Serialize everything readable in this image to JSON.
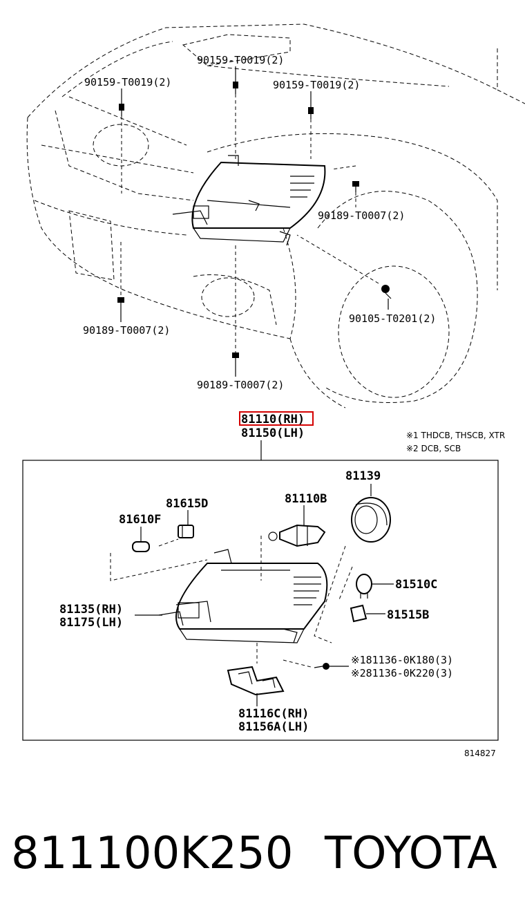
{
  "top_labels": {
    "bolt_top_center": "90159-T0019(2)",
    "bolt_top_left": "90159-T0019(2)",
    "bolt_top_right": "90159-T0019(2)",
    "clip_right": "90189-T0007(2)",
    "screw_right": "90105-T0201(2)",
    "clip_left": "90189-T0007(2)",
    "clip_bottom": "90189-T0007(2)"
  },
  "assembly": {
    "rh": "81110(RH)",
    "lh": "81150(LH)"
  },
  "notes": {
    "note1": "※1 THDCB, THSCB, XTR",
    "note2": "※2 DCB, SCB"
  },
  "parts": {
    "socket_cover": "81139",
    "bulb_main": "81110B",
    "socket_small": "81615D",
    "bulb_small": "81610F",
    "bulb_side": "81510C",
    "socket_side": "81515B",
    "housing_rh": "81135(RH)",
    "housing_lh": "81175(LH)",
    "screw_1": "※181136-0K180(3)",
    "screw_2": "※281136-0K220(3)",
    "bracket_rh": "81116C(RH)",
    "bracket_lh": "81156A(LH)"
  },
  "figure_code": "814827",
  "footer": {
    "part_number": "811100K250",
    "brand": "TOYOTA"
  },
  "colors": {
    "highlight": "#d40000",
    "line": "#000000"
  }
}
